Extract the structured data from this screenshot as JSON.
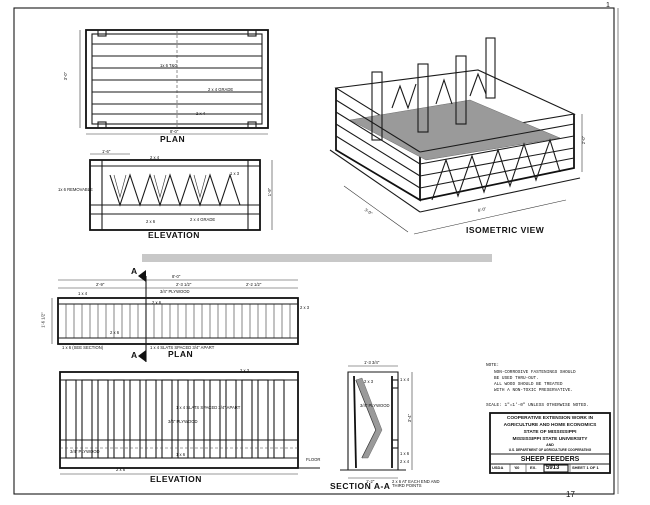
{
  "views": {
    "plan_top": "PLAN",
    "elevation_top": "ELEVATION",
    "isometric": "ISOMETRIC VIEW",
    "plan_bottom": "PLAN",
    "elevation_bottom": "ELEVATION",
    "section": "SECTION A-A",
    "section_mark": "A"
  },
  "dims": {
    "plan_top_width": "8'-0\"",
    "plan_top_height": "3'-0\"",
    "elev_top_width": "1'-6\"",
    "elev_top_height": "1'-9\"",
    "iso_length": "8'-0\"",
    "iso_width": "3'-0\"",
    "iso_height": "2'-0\"",
    "plan_bot_total": "8'-0\"",
    "plan_bot_a": "2'-9\"",
    "plan_bot_b": "2'-3 1/2\"",
    "plan_bot_c": "2'-2 1/2\"",
    "plan_bot_height": "1'-6 1/2\"",
    "section_top": "1'-3 3/4\"",
    "section_height": "3'-4\"",
    "section_base": "1'-2\""
  },
  "callouts": {
    "plan_1x6_tg": "1x 6 T&G",
    "plan_2x4_grade": "2 x 4 GRADE",
    "plan_2x4_b": "2 x 4",
    "elev_2x4": "2 x 4",
    "elev_1x6_removable": "1x 6 REMOVABLE",
    "elev_1x3": "1 x 3",
    "elev_2x6": "2 x 6",
    "elev_2x4_grade": "2 x 4 GRADE",
    "pb_1x4": "1 x 4",
    "pb_plywood": "3/4\" PLYWOOD",
    "pb_2x6": "2 x 6",
    "pb_2x3": "2 x 3",
    "pb_2x6_b": "2 x 6",
    "pb_1x6_see": "1 x 6 (SEE SECTION)",
    "pb_slats": "1 x 4 SLATS SPACED 3/4\" APART",
    "eb_2x3": "2 x 3",
    "eb_slats": "1 x 4 SLATS SPACED 3/4\" APART",
    "eb_plywood": "3/4\" PLYWOOD",
    "eb_plywood_b": "3/4\" PLYWOOD",
    "eb_1x6": "1 x 6",
    "eb_2x6": "2 x 6",
    "eb_floor": "FLOOR",
    "sec_2x3": "2 x 3",
    "sec_1x4": "1 x 4",
    "sec_plywood": "3/4\" PLYWOOD",
    "sec_1x6": "1 x 6",
    "sec_2x4": "2 x 4",
    "sec_ends": "2 x 6 AT EACH END AND THIRD POINTS"
  },
  "notes": {
    "heading": "NOTE:",
    "lines": [
      "NON-CORROSIVE FASTENINGS SHOULD",
      "BE USED THRU-OUT.",
      "ALL WOOD SHOULD BE TREATED",
      "WITH A NON-TOXIC PRESERVATIVE."
    ],
    "scale": "SCALE: 1\"=1'-0\" UNLESS OTHERWISE NOTED."
  },
  "title_block": {
    "line1": "COOPERATIVE EXTENSION WORK IN",
    "line2": "AGRICULTURE AND HOME ECONOMICS",
    "line3": "STATE OF MISSISSIPPI",
    "line4": "MISSISSIPPI STATE UNIVERSITY",
    "line5": "AND",
    "line6": "U.S. DEPARTMENT OF AGRICULTURE COOPERATING",
    "project": "SHEEP FEEDERS",
    "agency": "USDA",
    "year": "'60",
    "ex_label": "EX.",
    "plan_no": "5913",
    "sheet": "SHEET 1 OF 1"
  },
  "margin_marks": {
    "bottom_right": "17",
    "top_right": "1"
  }
}
